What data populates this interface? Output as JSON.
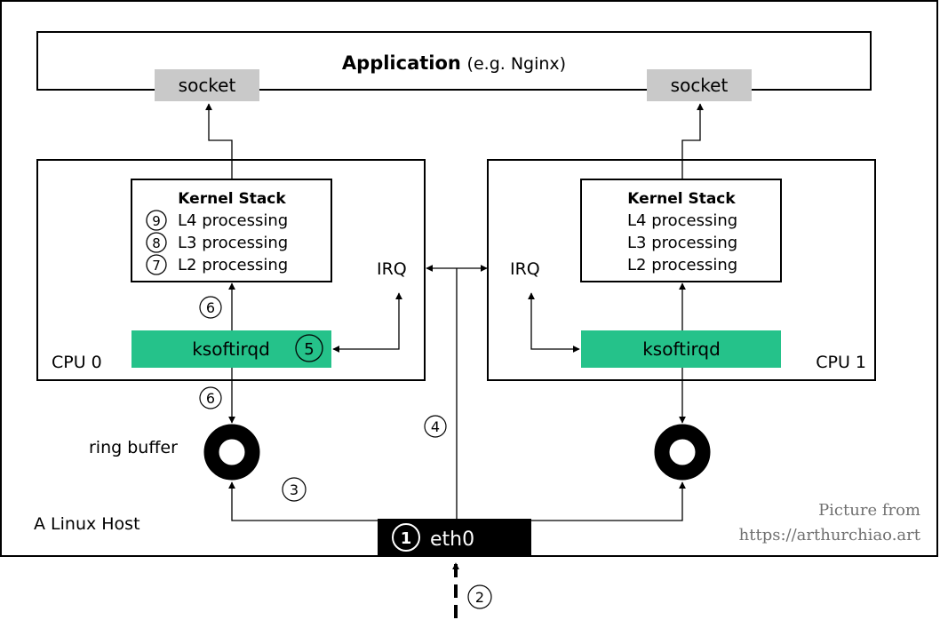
{
  "colors": {
    "accent_green": "#25c28a",
    "socket_gray": "#c9c9c9",
    "eth_black": "#000000",
    "line": "#000000",
    "credit_gray": "#707070"
  },
  "host": {
    "label": "A Linux Host"
  },
  "application": {
    "title": "Application",
    "subtitle": "(e.g. Nginx)"
  },
  "sockets": [
    "socket",
    "socket"
  ],
  "cpus": [
    {
      "label": "CPU 0",
      "kernel_stack": {
        "title": "Kernel Stack",
        "steps": [
          {
            "num": "9",
            "label": "L4 processing"
          },
          {
            "num": "8",
            "label": "L3 processing"
          },
          {
            "num": "7",
            "label": "L2 processing"
          }
        ]
      },
      "irq_label": "IRQ",
      "ksoftirqd": {
        "label": "ksoftirqd",
        "step": "5"
      }
    },
    {
      "label": "CPU 1",
      "kernel_stack": {
        "title": "Kernel Stack",
        "steps": [
          {
            "label": "L4 processing"
          },
          {
            "label": "L3 processing"
          },
          {
            "label": "L2 processing"
          }
        ]
      },
      "irq_label": "IRQ",
      "ksoftirqd": {
        "label": "ksoftirqd"
      }
    }
  ],
  "ring_buffer": {
    "label": "ring buffer"
  },
  "nic": {
    "step": "1",
    "label": "eth0"
  },
  "step_markers": {
    "s2": "2",
    "s3": "3",
    "s4": "4",
    "s6a": "6",
    "s6b": "6"
  },
  "credit": {
    "line1": "Picture from",
    "line2": "https://arthurchiao.art"
  }
}
